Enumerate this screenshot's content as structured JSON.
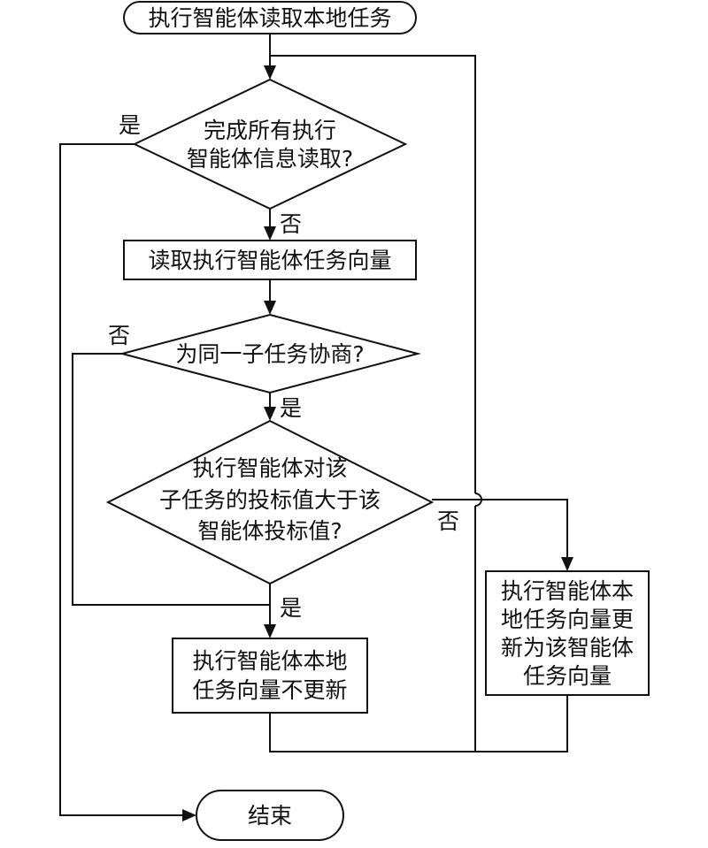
{
  "nodes": {
    "start": "执行智能体读取本地任务",
    "check_all_read": [
      "完成所有执行",
      "智能体信息读取?"
    ],
    "read_vector": "读取执行智能体任务向量",
    "same_subtask": "为同一子任务协商?",
    "bid_compare": [
      "执行智能体对该",
      "子任务的投标值大于该",
      "智能体投标值?"
    ],
    "no_update": [
      "执行智能体本地",
      "任务向量不更新"
    ],
    "update": [
      "执行智能体本",
      "地任务向量更",
      "新为该智能体",
      "任务向量"
    ],
    "end": "结束"
  },
  "edge_labels": {
    "all_read_yes": "是",
    "all_read_no": "否",
    "same_no": "否",
    "same_yes": "是",
    "bid_no": "否",
    "bid_yes": "是"
  }
}
